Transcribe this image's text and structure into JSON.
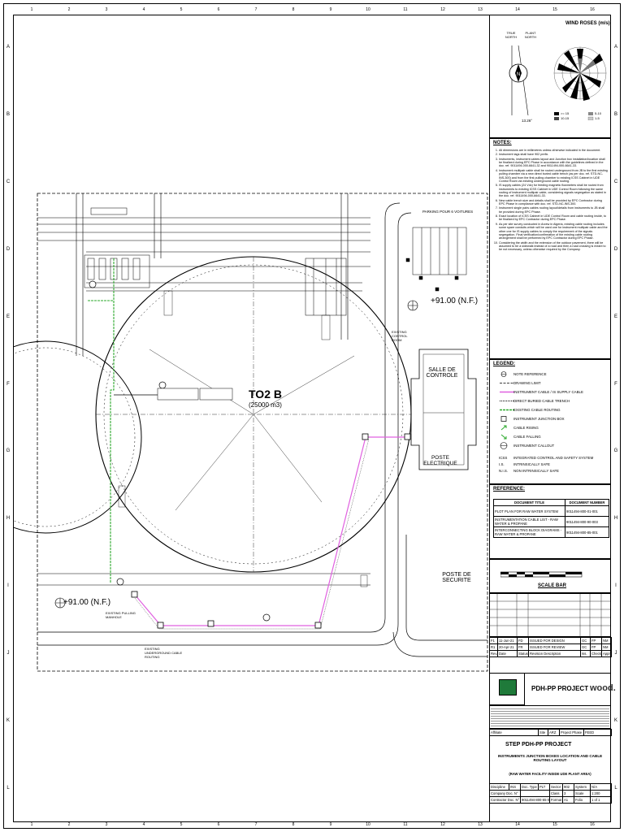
{
  "grid": {
    "columns": [
      "1",
      "2",
      "3",
      "4",
      "5",
      "6",
      "7",
      "8",
      "9",
      "10",
      "11",
      "12",
      "13",
      "14",
      "15",
      "16"
    ],
    "rows": [
      "A",
      "B",
      "C",
      "D",
      "E",
      "F",
      "G",
      "H",
      "I",
      "J",
      "K",
      "L"
    ]
  },
  "plan": {
    "tank_label": "TO2 B",
    "tank_capacity": "(25000 m3)",
    "salle_label": "SALLE DE CONTROLE",
    "poste_electrique": "POSTE ELECTRIQUE",
    "poste_securite": "POSTE DE SECURITE",
    "parking": "PARKING POUR 6 VOITURES",
    "elev_right": "+91.00 (N.F.)",
    "elev_left": "+91.00 (N.F.)",
    "callout_existing_ug": "EXISTING UNDERGROUND CABLE ROUTING",
    "callout_existing_control": "EXISTING CONTROL ROOM",
    "callout_existing_manhole": "EXISTING PULLING MANHOLE"
  },
  "wind_rose": {
    "title": "WIND ROSES (m/s)",
    "true_north": "TRUE NORTH",
    "plant_north": "PLANT NORTH",
    "angle": "13.26°",
    "legend": [
      ">= 15",
      "10-15",
      "5-10",
      "1-5"
    ]
  },
  "notes": {
    "title": "NOTES:",
    "items": [
      "All dimensions are in millimetres unless otherwise indicated in the document.",
      "Instrument tags shall have 902 prefix.",
      "Instruments, instrument cables layout and Junction box installation/location shall be finalized during EPC Phase in accordance with the guidelines defined in the doc. ref. 9011494-000-6641-32 and 9011494-000-6641-33.",
      "Instrument multipair cable shall be routed underground from JB to the first existing pulling chamber via a new direct buried cable trench (as per doc. ref. STD-NC-INS-300) and from the first pulling chamber to existing ICSS Cabinet in UDE Control Room via existing underground cable routing.",
      "IS supply cables (24 Vdc) for feeding magnetic flowmeters shall be routed from instruments to existing ICSS Cabinet in UDE Control Room following the same routing of instrument multipair cable, considering signals segregation as stated in the doc. ref. 9011494-000-6641-33.",
      "New cable trench size and details shall be provided by EPC Contractor during EPC Phase in compliance with doc. ref. STD-NC-INS-300.",
      "Instrument single pairs cables routing layout/details from instruments to JB shall be provided during EPC Phase.",
      "Exact location of ICSS Cabinet in UDE Control Room and cable routing inside, to be finalized by EPC Contractor during EPC Phase.",
      "As per site survey conducted in Arzew in Algeria, existing cable routing includes some spare conduits which will be used one for instrument multipair cable and the other one for IS supply cables to comply the requirement of the signals segregation. Final verification/confirmation of the existing cable routing arrangement shall be performed by EPC Contractor during EPC Phase.",
      "Considering the width and the extension of the outdoor pavement, there will be assumed to be a sidewalk instead of a road and then a road crossing is meant to be not necessary, unless otherwise required by the Company."
    ]
  },
  "legend": {
    "title": "LEGEND:",
    "items": [
      "NOTE REFERENCE",
      "DRAWING LIMIT",
      "INSTRUMENT CABLE / IS SUPPLY CABLE",
      "DIRECT BURIED CABLE TRENCH",
      "EXISTING CABLE ROUTING",
      "INSTRUMENT JUNCTION BOX",
      "CABLE RISING",
      "CABLE FALLING",
      "INSTRUMENT CALLOUT"
    ],
    "abbreviations": [
      {
        "code": "ICSS",
        "text": "INTEGRATED CONTROL AND SAFETY SYSTEM"
      },
      {
        "code": "I.S.",
        "text": "INTRINSICALLY SAFE"
      },
      {
        "code": "N.I.S.",
        "text": "NON INTRINSICALLY SAFE"
      }
    ]
  },
  "reference": {
    "title": "REFERENCE:",
    "headers": [
      "DOCUMENT TITLE",
      "DOCUMENT NUMBER"
    ],
    "rows": [
      [
        "PLOT PLAN FOR RAW WATER SYSTEM",
        "9011494-800-01-001"
      ],
      [
        "INSTRUMENTATION CABLE LIST - RAW WATER & PROPANE",
        "9011494-800-90-003"
      ],
      [
        "INTERCONNECTING BLOCK DIAGRAMS - RAW WATER & PROPANE",
        "9011494-800-85-001"
      ]
    ]
  },
  "scale_bar": {
    "title": "SCALE BAR"
  },
  "revisions": {
    "headers": [
      "Rev.",
      "Date",
      "Status",
      "Revision Description",
      "Iss.",
      "Check",
      "Appr."
    ],
    "rows": [
      [
        "F1",
        "11-Jun-21",
        "FD",
        "ISSUED FOR DESIGN",
        "GC",
        "FP",
        "NM"
      ],
      [
        "R1",
        "20-Apr-21",
        "FR",
        "ISSUED FOR REVIEW",
        "GC",
        "FP",
        "NM"
      ]
    ]
  },
  "titleblock": {
    "project": "PDH-PP PROJECT",
    "company": "wood.",
    "affiliate_label": "Affiliate",
    "site_label": "Site",
    "site_value": "ARZ",
    "phase_label": "Project Phase",
    "phase_value": "FEED",
    "step": "STEP PDH-PP PROJECT",
    "doc_title": "INSTRUMENTS JUNCTION BOXES LOCATION AND CABLE ROUTING LAYOUT",
    "doc_subtitle": "(RAW WATER FACILITY INSIDE UDE PLANT AREA)",
    "codes_row": [
      {
        "label": "Discipline",
        "value": "INS"
      },
      {
        "label": "Doc. Type",
        "value": "PLT"
      },
      {
        "label": "Sector",
        "value": "902"
      },
      {
        "label": "System",
        "value": "N/A"
      }
    ],
    "company_doc_label": "Company Doc. N°",
    "class_label": "Class",
    "class_value": "3",
    "scale_label": "Scale",
    "scale_value": "1:200",
    "contractor_doc_label": "Contractor Doc. N°",
    "contractor_doc_value": "9011494-800-65-001",
    "format_label": "Format",
    "format_value": "A1",
    "folio_label": "Folio",
    "folio_value": "1 of 1"
  },
  "colors": {
    "instrument_cable": "#e060e0",
    "existing_route": "#2eaa2e",
    "drawing": "#000000"
  }
}
